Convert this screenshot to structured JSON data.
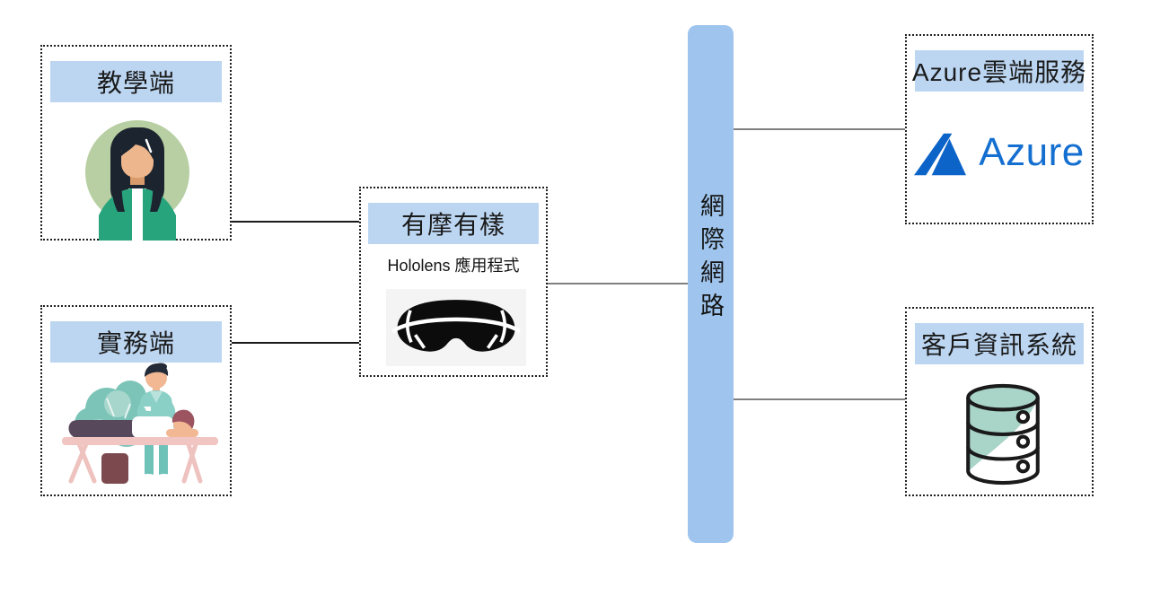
{
  "nodes": {
    "teaching": {
      "title": "教學端",
      "icon": "teacher-avatar"
    },
    "practice": {
      "title": "實務端",
      "icon": "massage-therapy"
    },
    "app": {
      "title": "有摩有樣",
      "subtitle": "Hololens 應用程式",
      "icon": "hololens-headset"
    },
    "internet": {
      "label": "網際網路"
    },
    "azure": {
      "title": "Azure雲端服務",
      "wordmark": "Azure",
      "icon": "azure-logo"
    },
    "customer": {
      "title": "客戶資訊系統",
      "icon": "database"
    }
  },
  "connections": [
    {
      "from": "teaching",
      "to": "app"
    },
    {
      "from": "practice",
      "to": "app"
    },
    {
      "from": "app",
      "to": "internet"
    },
    {
      "from": "internet",
      "to": "azure"
    },
    {
      "from": "internet",
      "to": "customer"
    }
  ],
  "colors": {
    "node_header_bg": "#bcd6f2",
    "internet_bar_bg": "#9fc5ee",
    "azure_mark_blue": "#0d64c8",
    "azure_wordmark_blue": "#146fd1",
    "database_teal": "#a9d4c8",
    "connector_gray": "#808080",
    "connector_black": "#1a1a1a"
  }
}
